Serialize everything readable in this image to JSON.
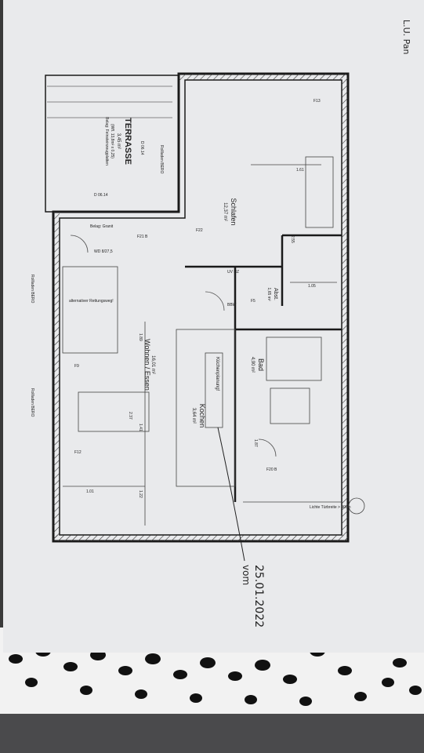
{
  "plan": {
    "rooms": {
      "terrace": {
        "name": "TERRASSE",
        "area": "3,45 m²",
        "note": "(Wfl. 13,8m² x 0,25)",
        "covering": "Belag: Feinsteinzeugplatten"
      },
      "bedroom": {
        "name": "Schlafen",
        "area": "12,37 m²"
      },
      "living": {
        "name": "Wohnen / Essen",
        "area": "16,01 m²"
      },
      "kitchen": {
        "name": "Kochen",
        "area": "3,64 m²"
      },
      "bath": {
        "name": "Bad",
        "area": "4,90 m²"
      },
      "storage": {
        "name": "Abst.",
        "area": "1,65 m²"
      }
    },
    "labels": {
      "rollladen_top": "Rollladen BERO",
      "rollladen_left": "Rollladen BERO",
      "rollladen_bottom": "Rollladen BERO",
      "d0614_a": "D 06.14",
      "d0614_b": "D 06.14",
      "belag_granit": "Belag: Granit",
      "rettungsweg": "alternativer Rettungsweg!",
      "wd": "WD 8/27,5",
      "kitchen_note": "Küchenplanung!",
      "lichte_tuerbreite": "Lichte Türbreite > 90cm",
      "bbw": "BBW",
      "uv": "UV HZ",
      "dim_161": "1.61",
      "dim_255": "2.55",
      "dim_105": "1.05",
      "dim_189": "1.89",
      "dim_237": "2.37",
      "dim_141": "1.41",
      "dim_122": "1.22",
      "dim_101": "1.01",
      "dim_187": "1.87",
      "f12": "F12",
      "f13": "F13",
      "f22": "F22",
      "f20b": "F20 B",
      "f21b": "F21 B",
      "f5": "F5",
      "f9": "F9"
    },
    "handwriting": {
      "prefix": "vom",
      "date": "25.01.2022"
    },
    "corner_note": "L.U. Pan"
  }
}
